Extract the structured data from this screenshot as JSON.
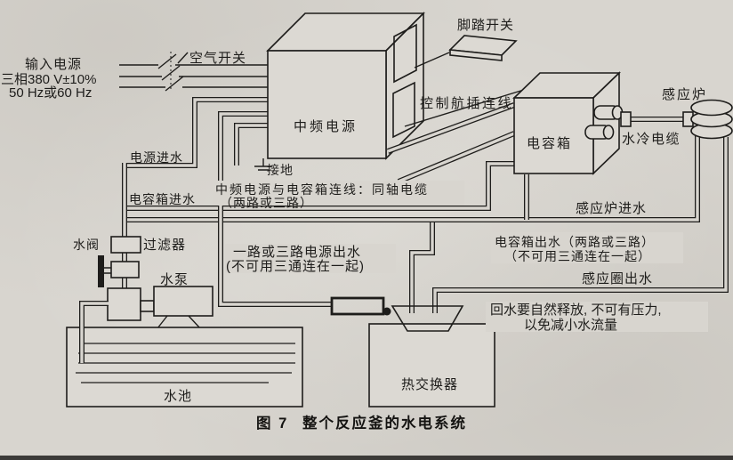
{
  "figure": {
    "caption_number": "图 7",
    "caption_title": "整个反应釜的水电系统"
  },
  "power_input": {
    "line1": "输入电源",
    "line2": "三相380 V±10%",
    "line3": "50 Hz或60 Hz"
  },
  "components": {
    "air_switch": "空气开关",
    "foot_switch": "脚踏开关",
    "mf_power_supply": "中频电源",
    "ground": "接地",
    "control_cable": "控制航插连线",
    "capacitor_box": "电容箱",
    "induction_furnace": "感应炉",
    "water_cooled_cable": "水冷电缆",
    "water_valve": "水阀",
    "filter": "过滤器",
    "water_pump": "水泵",
    "water_pool": "水池",
    "heat_exchanger": "热交换器"
  },
  "water_lines": {
    "power_inlet": "电源进水",
    "cap_box_inlet": "电容箱进水",
    "coax_line1": "中频电源与电容箱连线：同轴电缆",
    "coax_line2": "（两路或三路）",
    "furnace_inlet": "感应炉进水",
    "power_outlet_line1": "一路或三路电源出水",
    "power_outlet_line2": "(不可用三通连在一起)",
    "cap_outlet_line1": "电容箱出水（两路或三路）",
    "cap_outlet_line2": "（不可用三通连在一起）",
    "coil_outlet": "感应圈出水",
    "return_note_line1": "回水要自然释放, 不可有压力,",
    "return_note_line2": "以免减小水流量"
  },
  "colors": {
    "paper": "#d8d5cf",
    "ink": "#1e1d1b"
  }
}
